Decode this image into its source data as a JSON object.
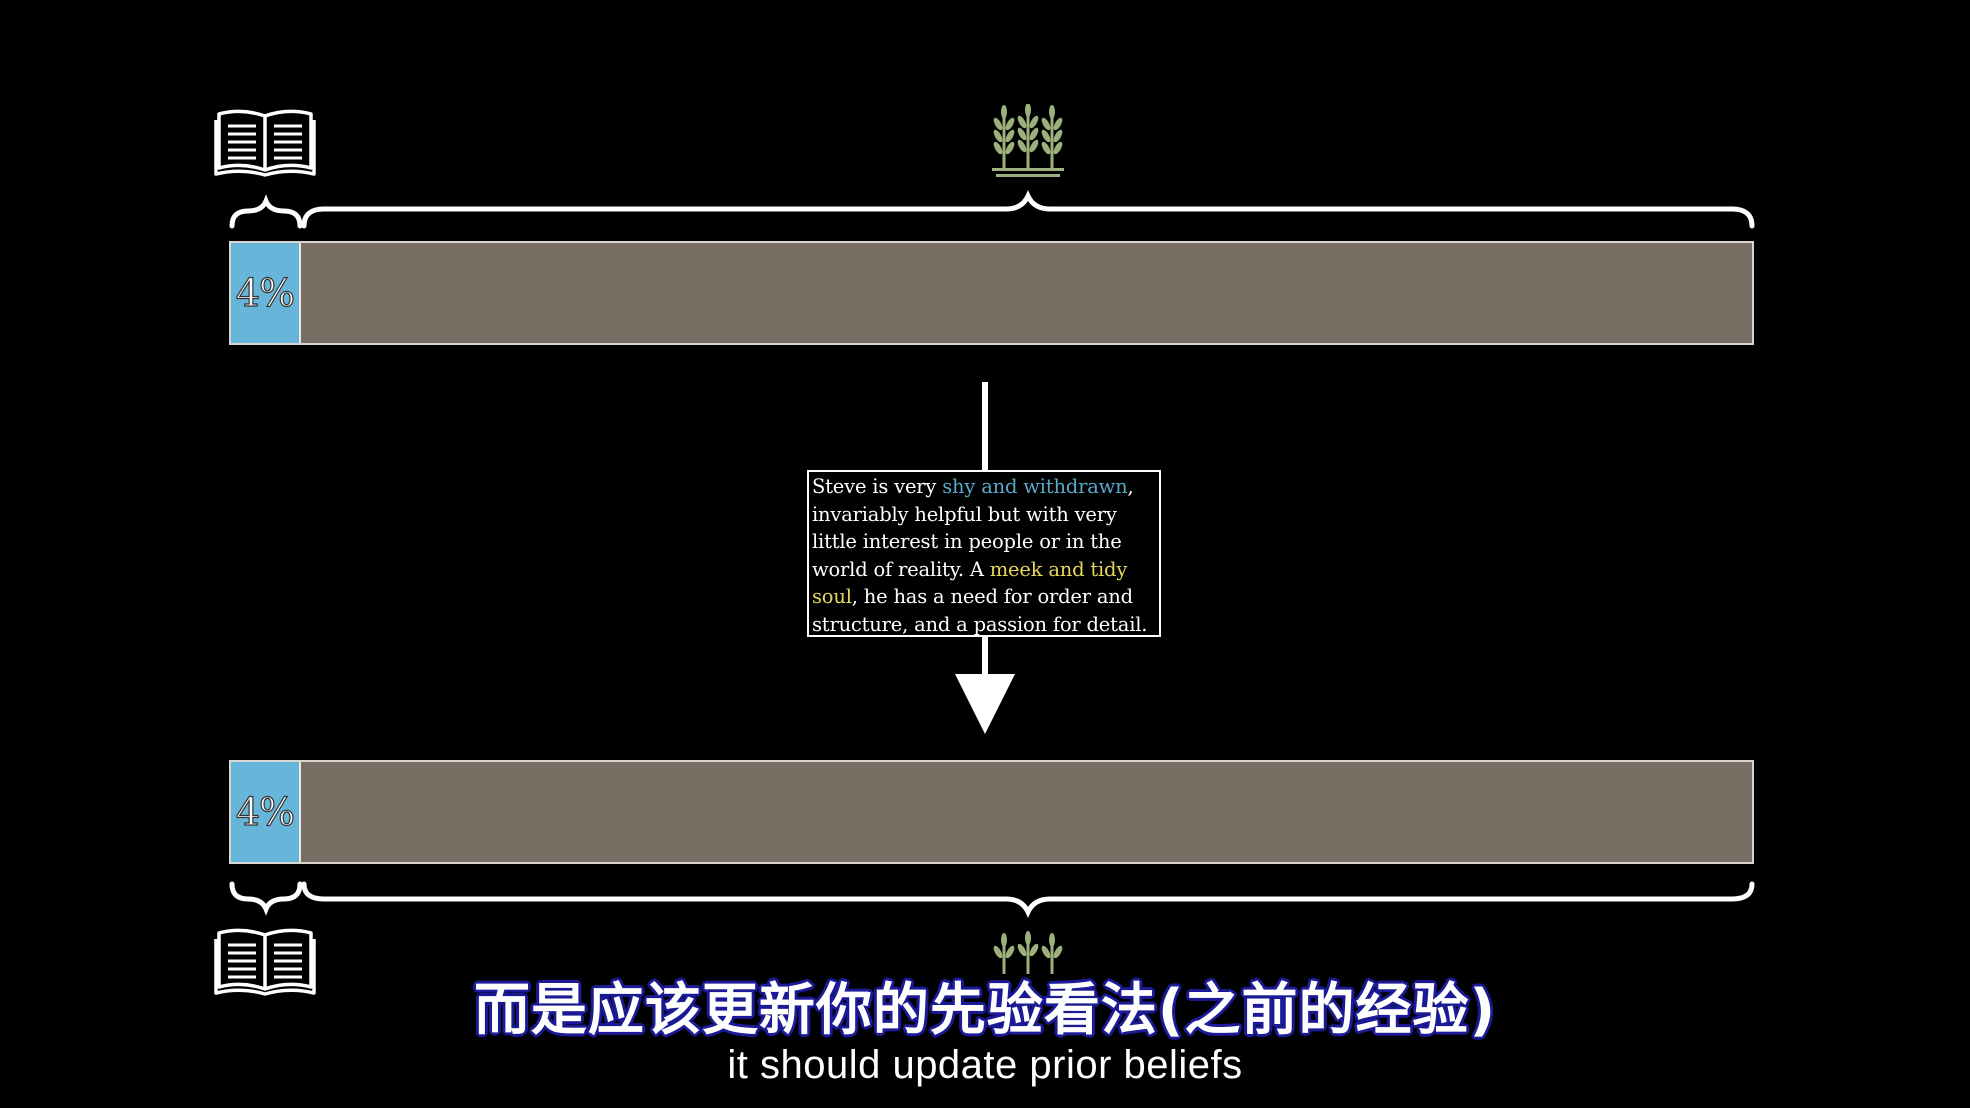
{
  "top_bar": {
    "percent_label": "4%",
    "librarian_fraction": 0.04,
    "left_icon": "book-icon",
    "right_icon": "wheat-icon"
  },
  "bottom_bar": {
    "percent_label": "4%",
    "librarian_fraction": 0.04,
    "left_icon": "book-icon",
    "right_icon": "wheat-icon"
  },
  "description": {
    "line1_pre": "Steve is very ",
    "line1_highlight": "shy and withdrawn",
    "line1_post": ",",
    "line2": "invariably helpful but with very",
    "line3": "little interest in people or in the",
    "line4_pre": "world of reality.  A ",
    "line4_highlight": "meek and tidy",
    "line5_highlight": "soul",
    "line5_post": ", he has a need for order and",
    "line6": "structure, and a passion for detail."
  },
  "colors": {
    "librarian_blue": "#67b6d9",
    "farmer_gray": "#776d63",
    "highlight_blue": "#58a9c9",
    "highlight_yellow": "#e7d75c",
    "wheat_green": "#9bb07a"
  },
  "subtitles": {
    "chinese": "而是应该更新你的先验看法(之前的经验)",
    "english": "it should update prior beliefs"
  }
}
